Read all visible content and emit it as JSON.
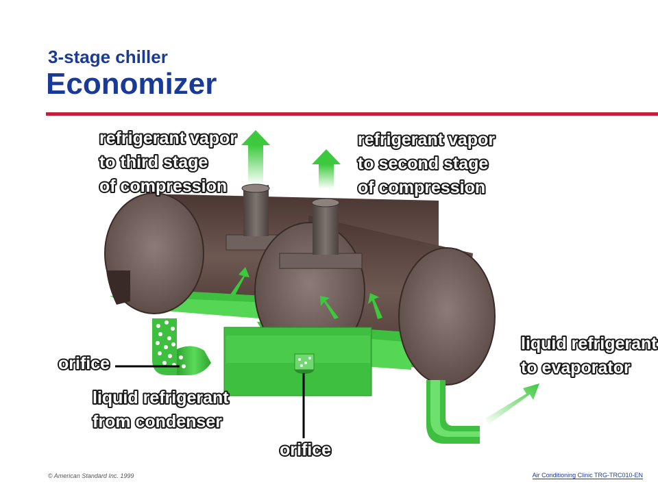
{
  "header": {
    "subtitle": "3-stage chiller",
    "title": "Economizer"
  },
  "labels": {
    "vapor_third_1": "refrigerant vapor",
    "vapor_third_2": "to third stage",
    "vapor_third_3": "of compression",
    "vapor_second_1": "refrigerant vapor",
    "vapor_second_2": "to second stage",
    "vapor_second_3": "of compression",
    "liquid_evap_1": "liquid refrigerant",
    "liquid_evap_2": "to evaporator",
    "liquid_cond_1": "liquid refrigerant",
    "liquid_cond_2": "from condenser",
    "orifice_left": "orifice",
    "orifice_bottom": "orifice"
  },
  "footer": {
    "copyright": "© American Standard Inc. 1999",
    "course": "Air Conditioning Clinic TRG-TRC010-EN"
  },
  "colors": {
    "title": "#1a3a98",
    "rule": "#c41f3a",
    "refrigerant": "#44cc44",
    "vessel": "#5e4a45"
  }
}
